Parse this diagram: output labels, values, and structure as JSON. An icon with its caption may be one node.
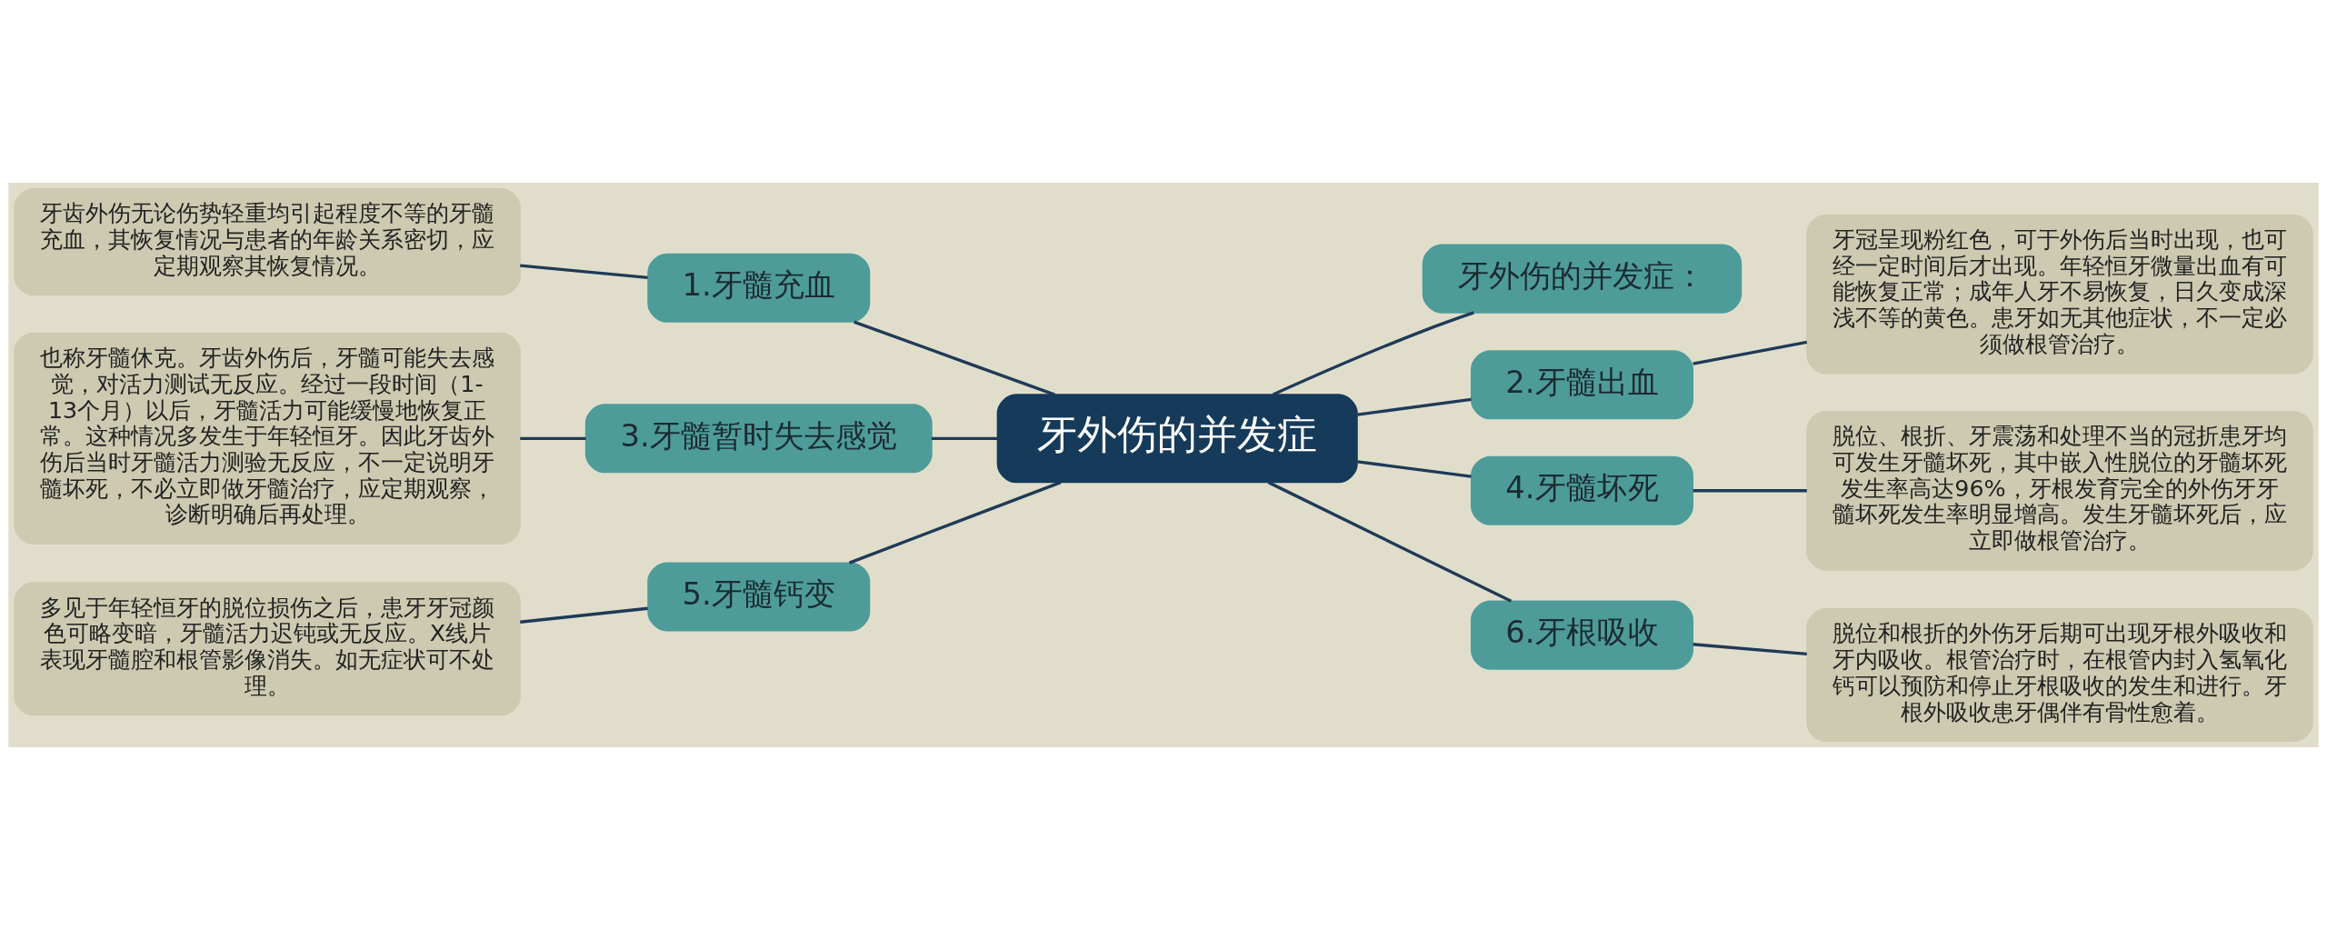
{
  "diagram": {
    "nodes": [
      {
        "text": [
          "牙外伤的并发症"
        ]
      },
      {
        "text": [
          "牙外伤的并发症："
        ]
      },
      {
        "text": [
          "1.牙髓充血"
        ]
      },
      {
        "text": [
          "牙齿外伤无论伤势轻重均引起程度不等的牙髓充血，其恢复情况与患者的年龄关系密切，应定期观察其恢复情况。"
        ]
      },
      {
        "text": [
          "2.牙髓出血"
        ]
      },
      {
        "text": [
          "牙冠呈现粉红色，可于外伤后当时出现，也可经一定时间后才出现。年轻恒牙微量出血有可能恢复正常；成年人牙不易恢复，日久变成深浅不等的黄色。患牙如无其他症状，不一定必须做根管治疗。"
        ]
      },
      {
        "text": [
          "3.牙髓暂时失去感觉"
        ]
      },
      {
        "text": [
          "也称牙髓休克。牙齿外伤后，牙髓可能失去感觉，对活力测试无反应。经过一段时间（1-13个月）以后，牙髓活力可能缓慢地恢复正常。这种情况多发生于年轻恒牙。因此牙齿外伤后当时牙髓活力测验无反应，不一定说明牙髓坏死，不必立即做牙髓治疗，应定期观察，诊断明确后再处理。"
        ]
      },
      {
        "text": [
          "4.牙髓坏死"
        ]
      },
      {
        "text": [
          "脱位、根折、牙震荡和处理不当的冠折患牙均可发生牙髓坏死，其中嵌入性脱位的牙髓坏死发生率高达96%，牙根发育完全的外伤牙牙髓坏死发生率明显增高。发生牙髓坏死后，应立即做根管治疗。"
        ]
      },
      {
        "text": [
          "5.牙髓钙变"
        ]
      },
      {
        "text": [
          "多见于年轻恒牙的脱位损伤之后，患牙牙冠颜色可略变暗，牙髓活力迟钝或无反应。X线片表现牙髓腔和根管影像消失。如无症状可不处理。"
        ]
      },
      {
        "text": [
          "6.牙根吸收"
        ]
      },
      {
        "text": [
          "脱位和根折的外伤牙后期可出现牙根外吸收和牙内吸收。根管治疗时，在根管内封入氢氧化钙可以预防和停止牙根吸收的发生和进行。牙根外吸收患牙偶伴有骨性愈着。"
        ]
      }
    ],
    "edges": [
      {
        "from": 0,
        "to": 1,
        "arrow": "none"
      },
      {
        "from": 0,
        "to": 2,
        "arrow": "none"
      },
      {
        "from": 2,
        "to": 3,
        "arrow": "none"
      },
      {
        "from": 0,
        "to": 4,
        "arrow": "none"
      },
      {
        "from": 4,
        "to": 5,
        "arrow": "none"
      },
      {
        "from": 0,
        "to": 6,
        "arrow": "none"
      },
      {
        "from": 6,
        "to": 7,
        "arrow": "none"
      },
      {
        "from": 0,
        "to": 8,
        "arrow": "none"
      },
      {
        "from": 8,
        "to": 9,
        "arrow": "none"
      },
      {
        "from": 0,
        "to": 10,
        "arrow": "none"
      },
      {
        "from": 10,
        "to": 11,
        "arrow": "none"
      },
      {
        "from": 0,
        "to": 12,
        "arrow": "none"
      },
      {
        "from": 12,
        "to": 13,
        "arrow": "none"
      }
    ]
  }
}
